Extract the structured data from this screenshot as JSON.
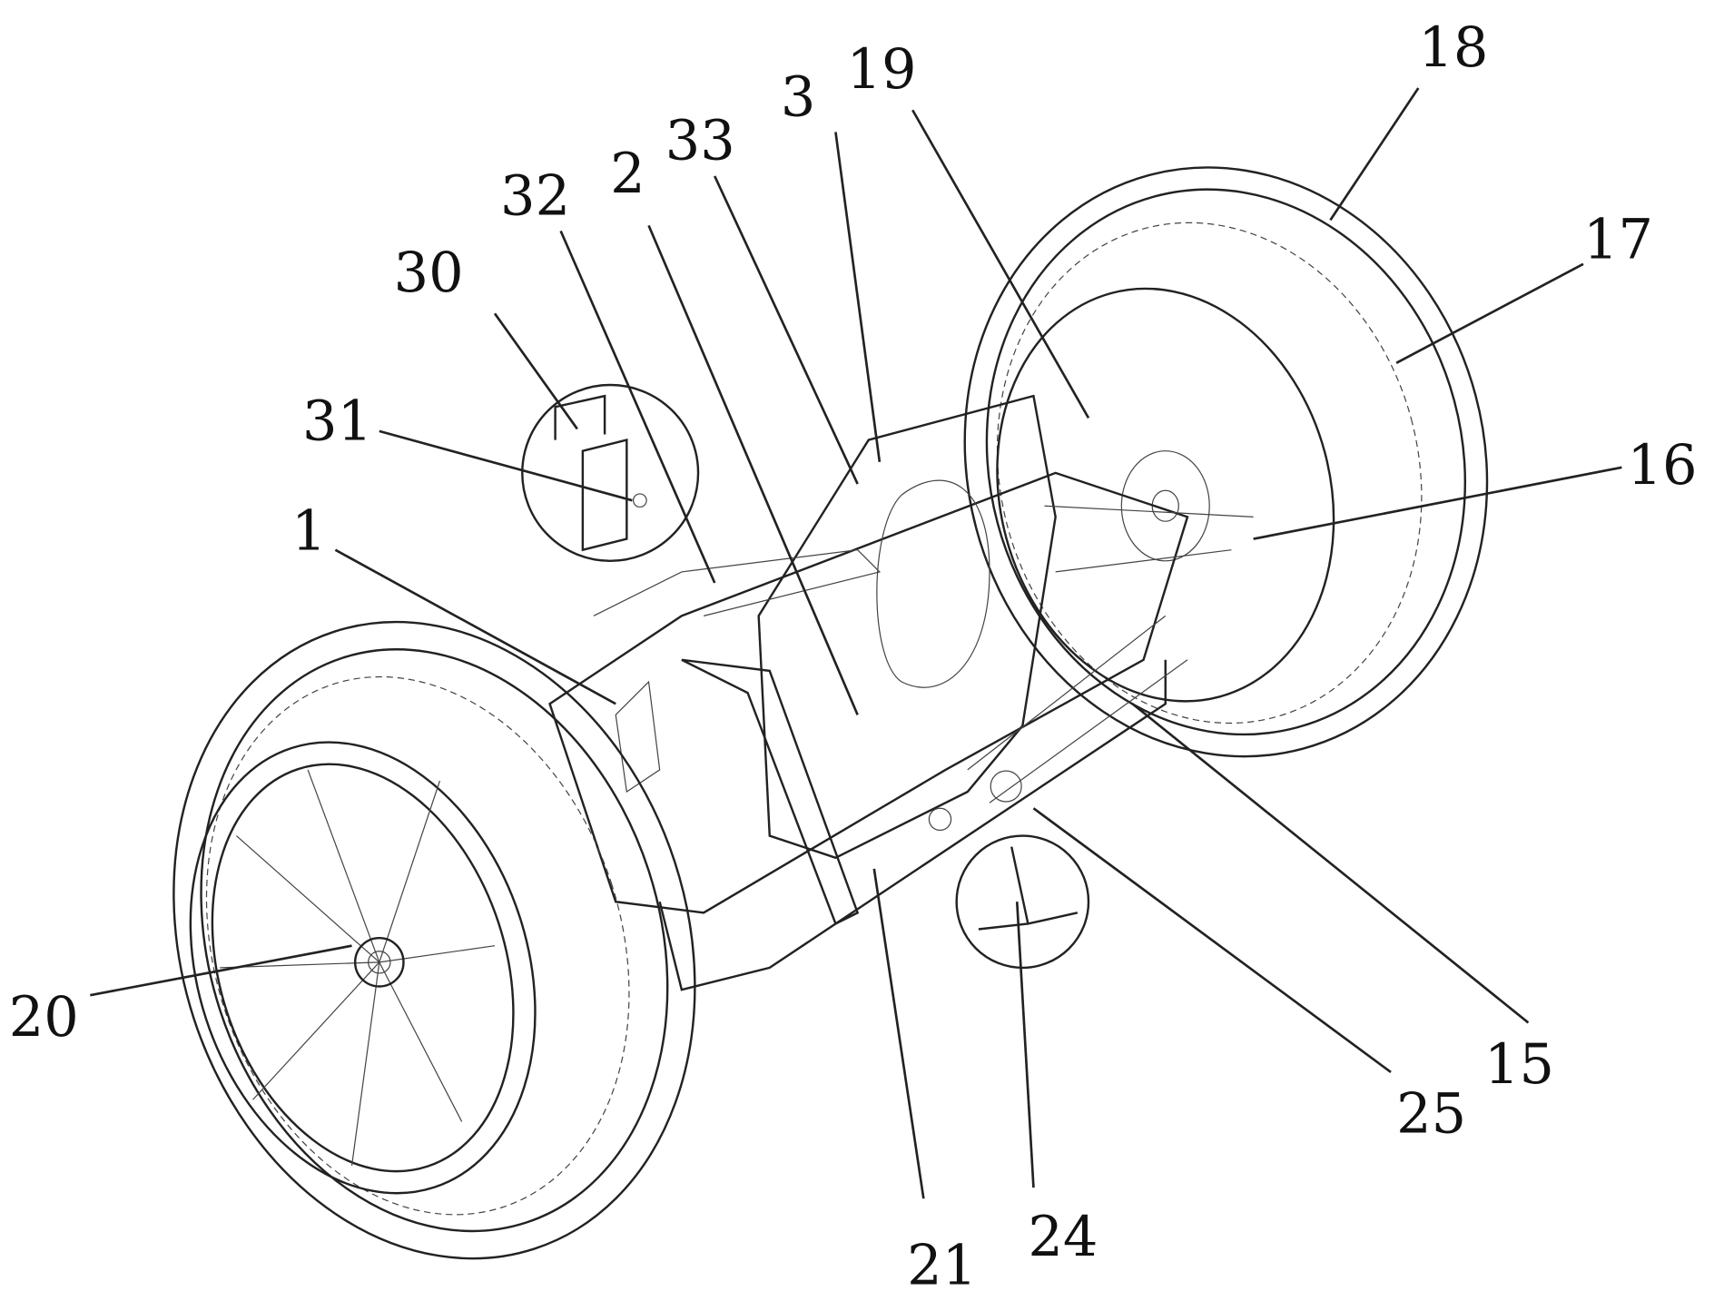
{
  "figure": {
    "labels": {
      "l1": "1",
      "l2": "2",
      "l3": "3",
      "l15": "15",
      "l16": "16",
      "l17": "17",
      "l18": "18",
      "l19": "19",
      "l20": "20",
      "l21": "21",
      "l24": "24",
      "l25": "25",
      "l30": "30",
      "l31": "31",
      "l32": "32",
      "l33": "33"
    }
  }
}
